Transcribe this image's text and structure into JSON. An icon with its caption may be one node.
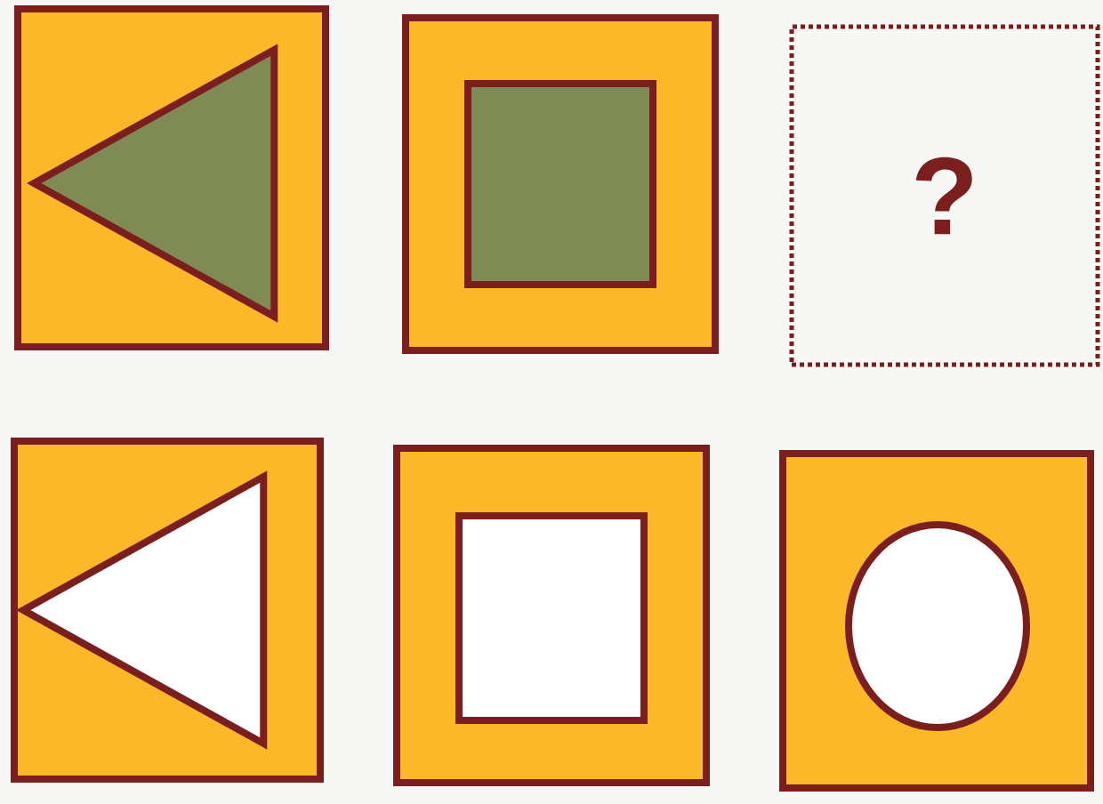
{
  "diagram": {
    "nodes": [
      {
        "text": [],
        "shape": "box"
      },
      {
        "text": [],
        "shape": "triangle",
        "in": 0
      },
      {
        "text": [],
        "shape": "box"
      },
      {
        "text": [],
        "shape": "box",
        "in": 2
      },
      {
        "text": [
          "?"
        ]
      },
      {
        "text": [],
        "shape": "box"
      },
      {
        "text": [],
        "shape": "triangle",
        "in": 5
      },
      {
        "text": [],
        "shape": "box"
      },
      {
        "text": [],
        "shape": "box",
        "in": 7
      },
      {
        "text": [],
        "shape": "box"
      },
      {
        "text": [],
        "shape": "circle",
        "in": 9
      }
    ]
  }
}
